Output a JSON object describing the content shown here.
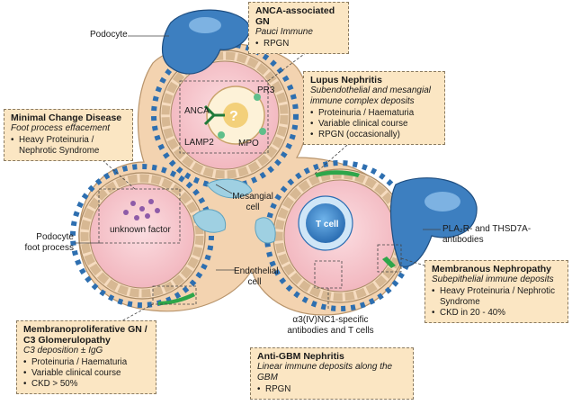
{
  "boxes": {
    "anca": {
      "title": "ANCA-associated GN",
      "subtitle": "Pauci Immune",
      "items": [
        "RPGN"
      ]
    },
    "lupus": {
      "title": "Lupus Nephritis",
      "subtitle": "Subendothelial and mesangial immune complex deposits",
      "items": [
        "Proteinuria / Haematuria",
        "Variable clinical course",
        "RPGN (occasionally)"
      ]
    },
    "mcd": {
      "title": "Minimal Change Disease",
      "subtitle": "Foot process effacement",
      "items": [
        "Heavy Proteinuria / Nephrotic Syndrome"
      ]
    },
    "membranous": {
      "title": "Membranous Nephropathy",
      "subtitle": "Subepithelial immune deposits",
      "items": [
        "Heavy Proteinuria / Nephrotic Syndrome",
        "CKD in 20 - 40%"
      ]
    },
    "mpgn": {
      "title": "Membranoproliferative GN / C3 Glomerulopathy",
      "subtitle": "C3 deposition ± IgG",
      "items": [
        "Proteinuria / Haematuria",
        "Variable clinical course",
        "CKD > 50%"
      ]
    },
    "antigbm": {
      "title": "Anti-GBM Nephritis",
      "subtitle": "Linear immune deposits along the GBM",
      "items": [
        "RPGN"
      ]
    }
  },
  "labels": {
    "podocyte": "Podocyte",
    "podocyte_foot": "Podocyte foot process",
    "mesangial": "Mesangial cell",
    "endothelial": "Endothelial cell",
    "unknown_factor": "unknown factor",
    "tcell": "T cell",
    "anca": "ANCA",
    "pr3": "PR3",
    "lamp2": "LAMP2",
    "mpo": "MPO",
    "pla2r": "PLA₂R- and THSD7A- antibodies",
    "a3": "α3(IV)NC1-specific antibodies and T cells"
  },
  "colors": {
    "box_fill": "#fbe6c3",
    "podocyte_blue": "#3d7fc0",
    "foot_blue": "#2e6fb0",
    "capillary": "#f7c9cf",
    "membrane": "#f6dcc0",
    "mesangial": "#9fd0e2",
    "deposit_green": "#2ea64a",
    "wbc_border": "#c9a36b"
  }
}
